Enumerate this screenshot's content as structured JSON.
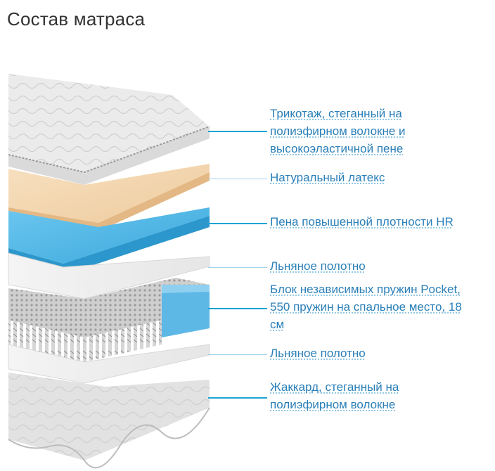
{
  "page": {
    "title": "Состав матраса"
  },
  "layers": [
    {
      "id": "knit",
      "lines": [
        "Трикотаж, стеганный на",
        "полиэфирном волокне и",
        "высокоэластичной пене"
      ]
    },
    {
      "id": "latex",
      "lines": [
        "Натуральный латекс"
      ]
    },
    {
      "id": "hr-foam",
      "lines": [
        "Пена повышенной плотности HR"
      ]
    },
    {
      "id": "linen-1",
      "lines": [
        "Льняное полотно"
      ]
    },
    {
      "id": "springs",
      "lines": [
        "Блок независимых пружин Pocket,",
        "550 пружин на спальное место, 18",
        "см"
      ]
    },
    {
      "id": "linen-2",
      "lines": [
        "Льняное полотно"
      ]
    },
    {
      "id": "jacquard",
      "lines": [
        "Жаккард, стеганный на",
        "полиэфирном волокне"
      ]
    }
  ],
  "colors": {
    "accent": "#1aa3d4",
    "link": "#2a7fb8",
    "latex": "#f3d2a8",
    "foam": "#4fb8e8"
  }
}
